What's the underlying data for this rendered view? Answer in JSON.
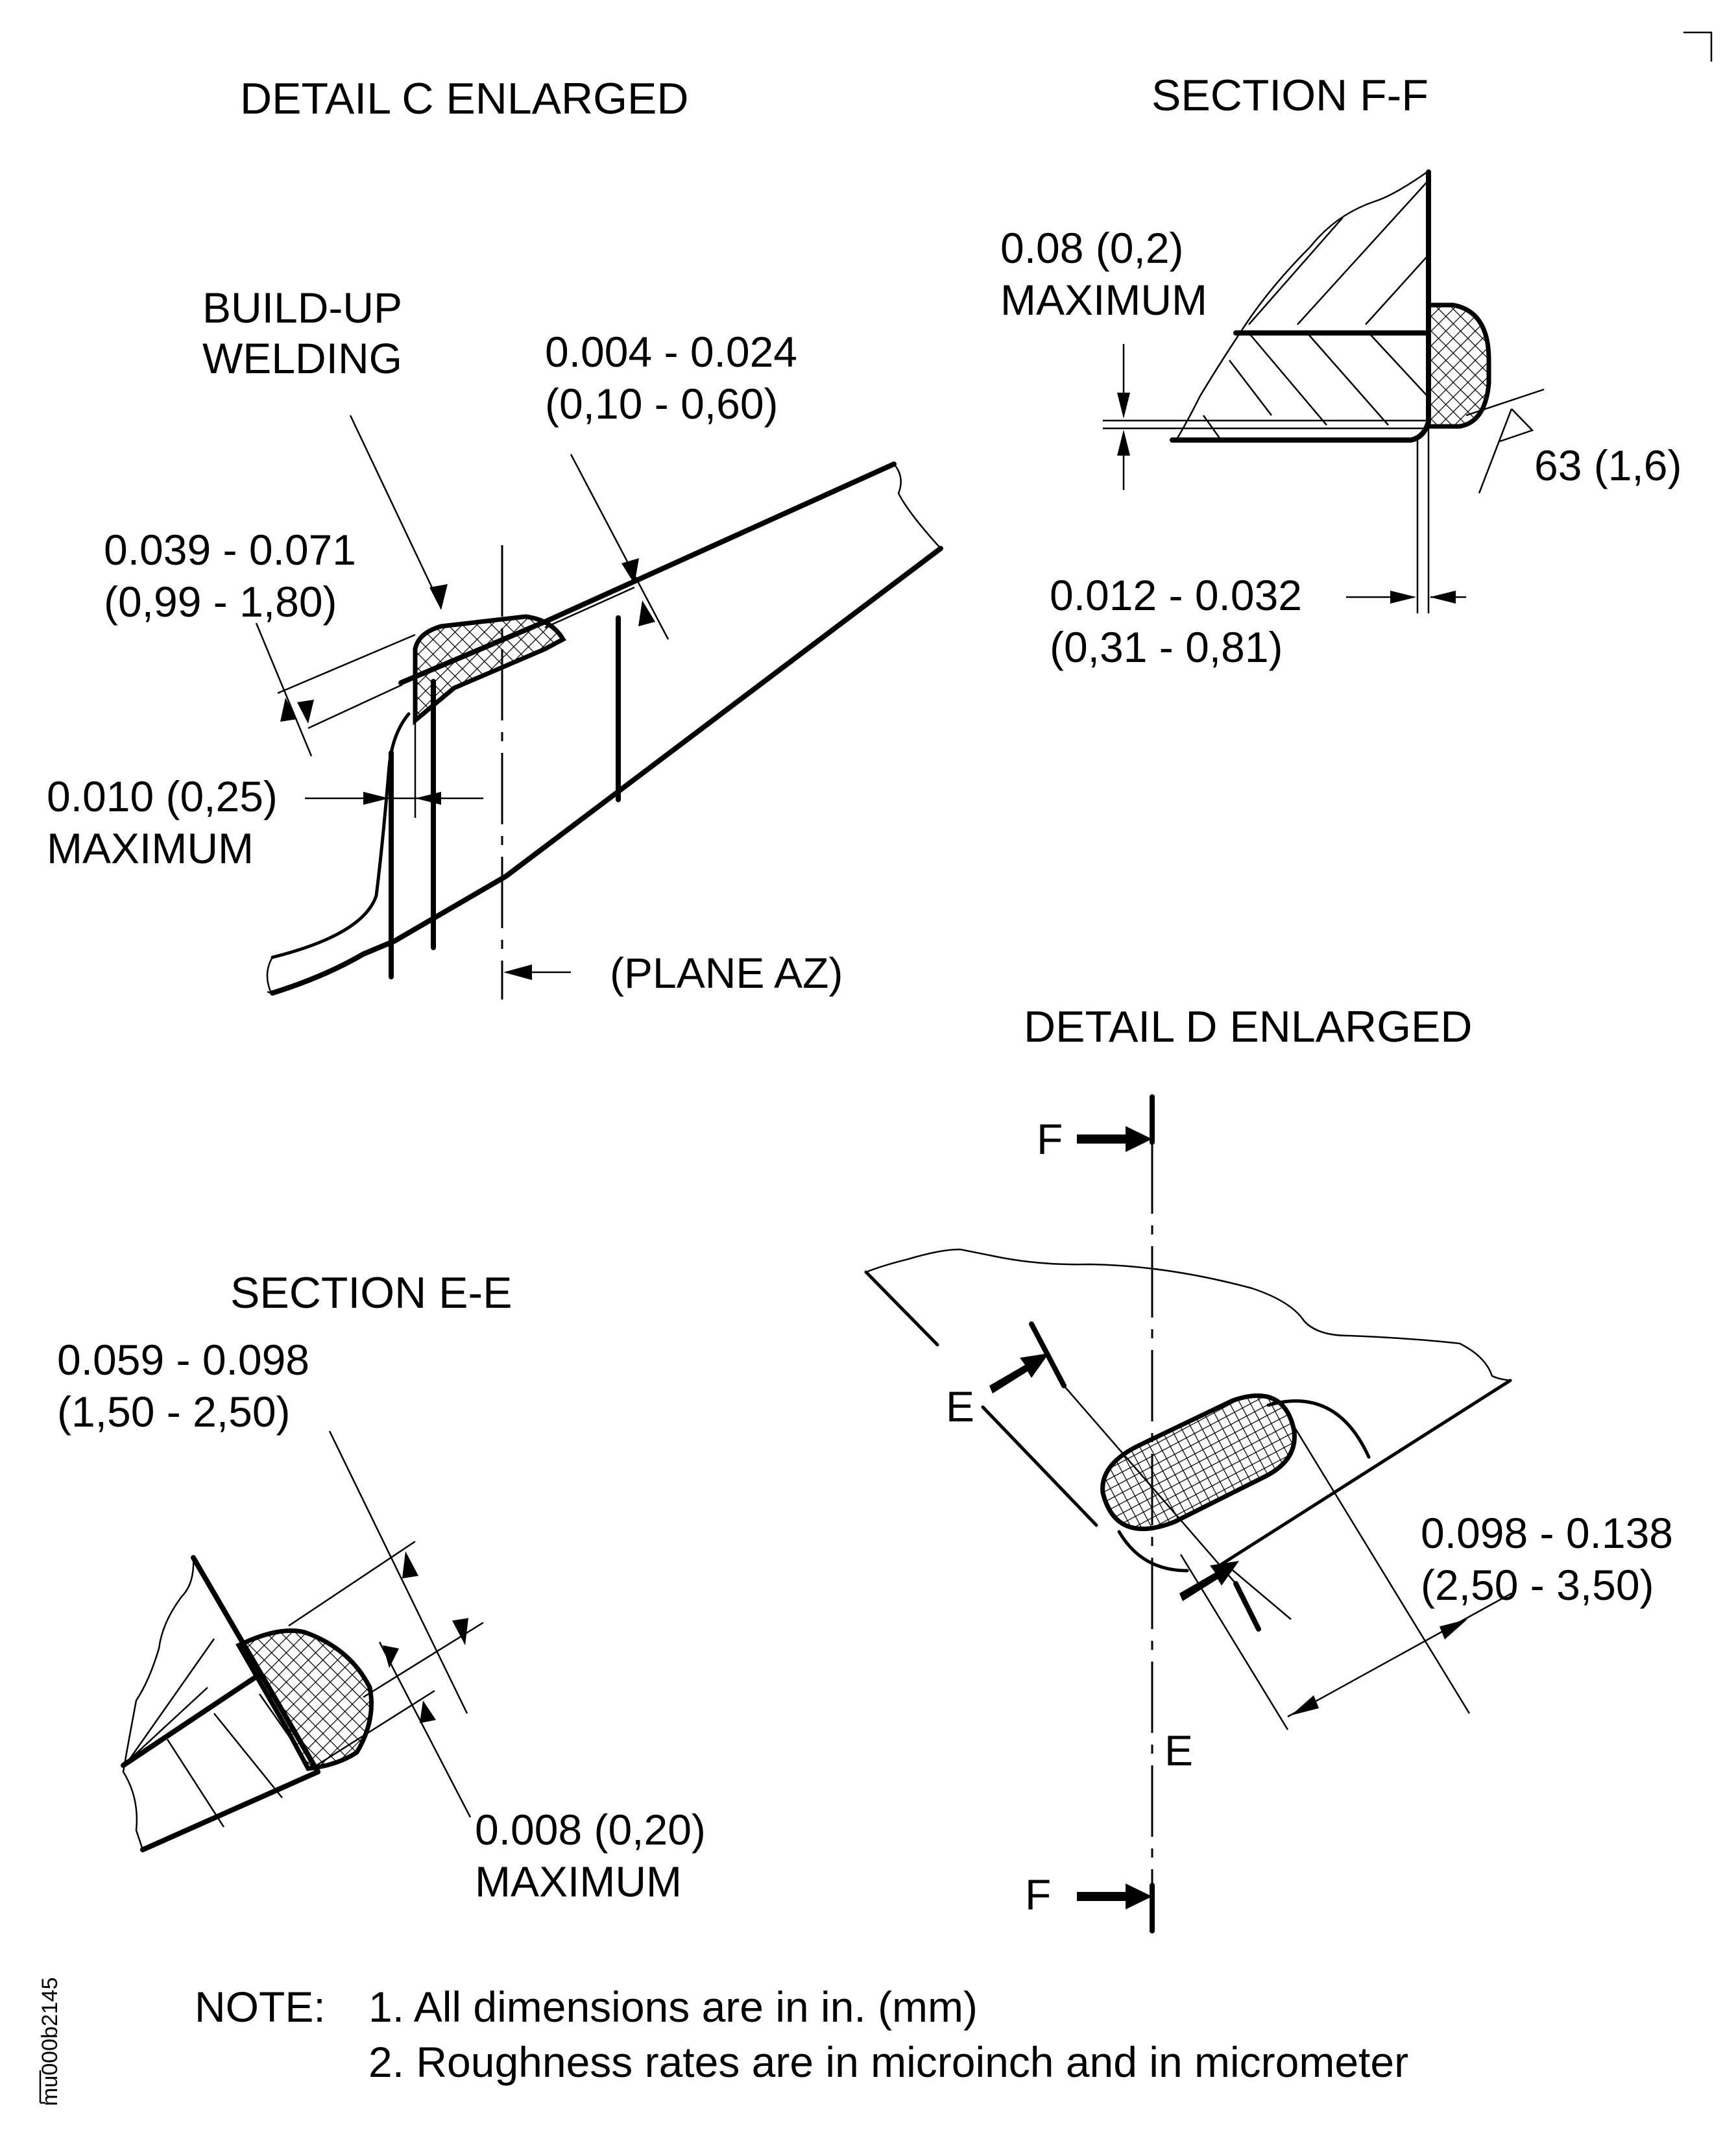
{
  "figure_id": "mu000b2145",
  "views": {
    "detail_c": {
      "title": "DETAIL C ENLARGED",
      "callout_weld": [
        "BUILD-UP",
        "WELDING"
      ],
      "dim_top": [
        "0.004 - 0.024",
        "(0,10 - 0,60)"
      ],
      "dim_thickness": [
        "0.039 - 0.071",
        "(0,99 - 1,80)"
      ],
      "dim_offset": [
        "0.010 (0,25)",
        "MAXIMUM"
      ],
      "plane_label": "(PLANE AZ)"
    },
    "section_ff": {
      "title": "SECTION F-F",
      "dim_step": [
        "0.08 (0,2)",
        "MAXIMUM"
      ],
      "dim_overhang": [
        "0.012 - 0.032",
        "(0,31 - 0,81)"
      ],
      "roughness": "63 (1,6)"
    },
    "section_ee": {
      "title": "SECTION E-E",
      "dim_width": [
        "0.059 - 0.098",
        "(1,50 - 2,50)"
      ],
      "dim_gap": [
        "0.008 (0,20)",
        "MAXIMUM"
      ]
    },
    "detail_d": {
      "title": "DETAIL D ENLARGED",
      "section_marker_f_top": "F",
      "section_marker_f_bottom": "F",
      "section_marker_e_top": "E",
      "section_marker_e_bottom": "E",
      "dim_length": [
        "0.098 - 0.138",
        "(2,50 - 3,50)"
      ]
    }
  },
  "notes": {
    "heading": "NOTE:",
    "items": [
      "1. All dimensions are in in. (mm)",
      "2. Roughness rates are in microinch and in micrometer"
    ]
  }
}
